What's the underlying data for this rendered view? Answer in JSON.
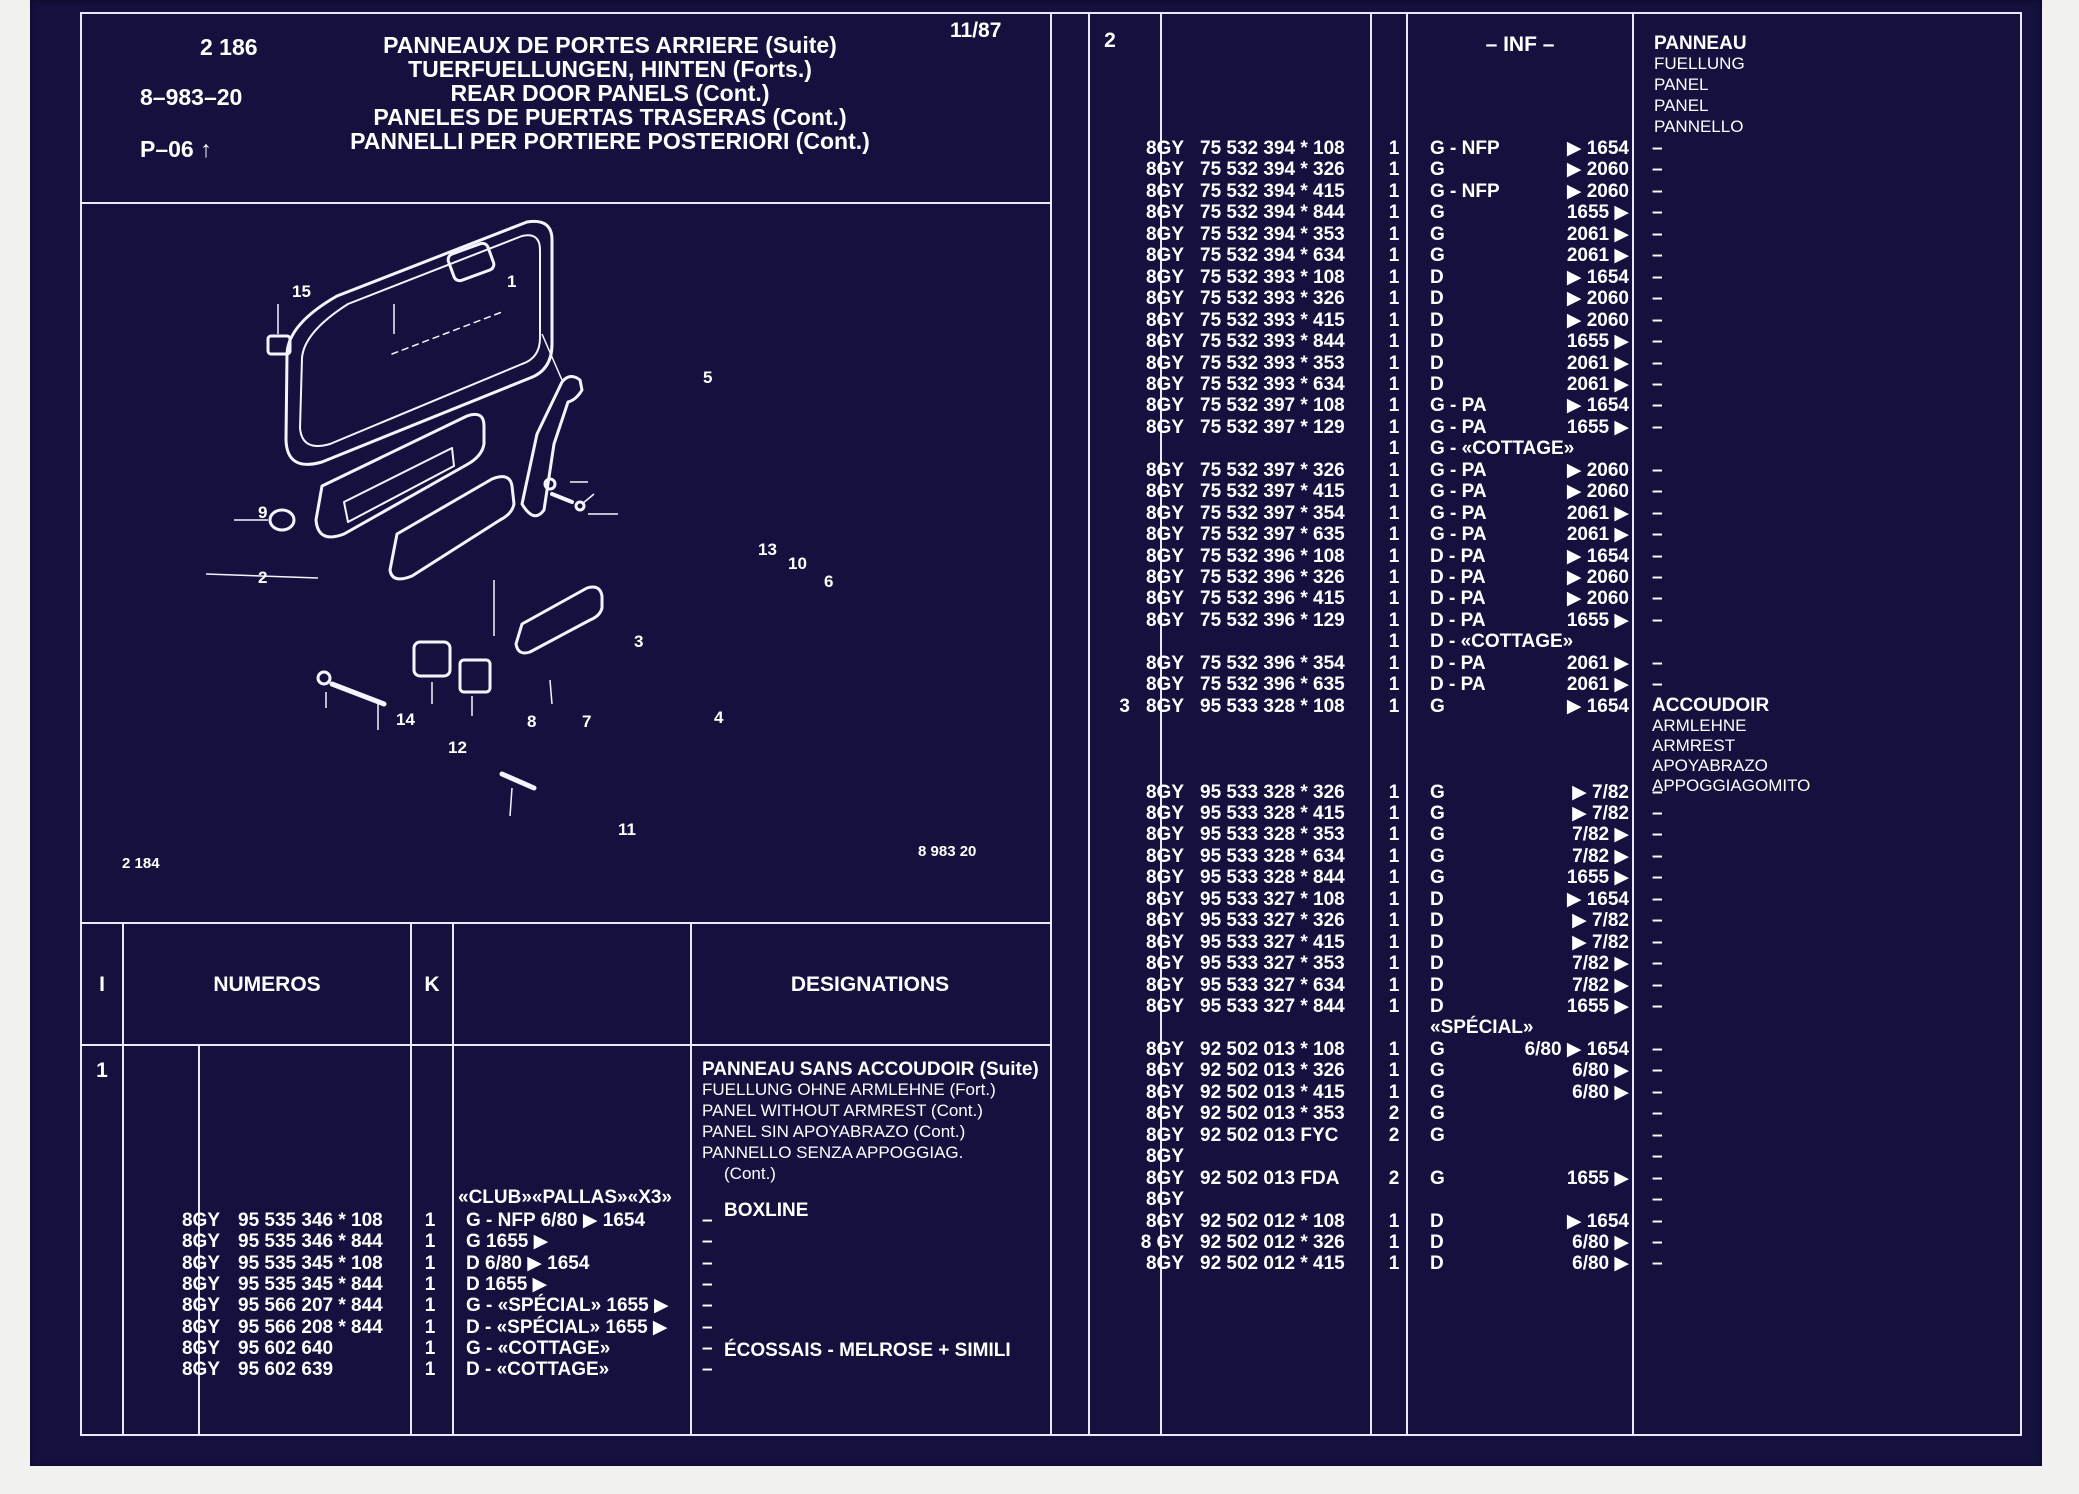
{
  "header": {
    "page_number": "2 186",
    "group_code": "8–983–20",
    "page_ref": "P–06 ↑",
    "date": "11/87",
    "titles": [
      "PANNEAUX DE PORTES ARRIERE (Suite)",
      "TUERFUELLUNGEN, HINTEN (Forts.)",
      "REAR DOOR PANELS (Cont.)",
      "PANELES DE PUERTAS TRASERAS (Cont.)",
      "PANNELLI PER PORTIERE POSTERIORI (Cont.)"
    ]
  },
  "diagram": {
    "figure_id": "2 184",
    "group_code": "8 983 20",
    "callouts": [
      "15",
      "1",
      "5",
      "9",
      "13",
      "10",
      "6",
      "2",
      "3",
      "4",
      "14",
      "12",
      "8",
      "7",
      "11"
    ]
  },
  "lower_table": {
    "headers": {
      "col_i": "I",
      "col_numeros": "NUMEROS",
      "col_k": "K",
      "col_designations": "DESIGNATIONS"
    },
    "ref": "1",
    "designation_block": [
      "PANNEAU SANS ACCOUDOIR (Suite)",
      "FUELLUNG OHNE ARMLEHNE (Fort.)",
      "PANEL WITHOUT ARMREST (Cont.)",
      "PANEL SIN APOYABRAZO (Cont.)",
      "PANNELLO SENZA APPOGGIAG.",
      "(Cont.)"
    ],
    "variant_note": "«CLUB»«PALLAS»«X3»",
    "rows": [
      {
        "model": "8GY",
        "num": "95 535 346 * 108",
        "k": "1",
        "cond": "G  - NFP  6/80  ▶ 1654",
        "dash": "–",
        "des": "BOXLINE"
      },
      {
        "model": "8GY",
        "num": "95 535 346 * 844",
        "k": "1",
        "cond": "G                    1655 ▶",
        "dash": "–",
        "des": ""
      },
      {
        "model": "8GY",
        "num": "95 535 345 * 108",
        "k": "1",
        "cond": "D             6/80  ▶ 1654",
        "dash": "–",
        "des": ""
      },
      {
        "model": "8GY",
        "num": "95 535 345 * 844",
        "k": "1",
        "cond": "D                    1655 ▶",
        "dash": "–",
        "des": ""
      },
      {
        "model": "8GY",
        "num": "95 566 207 * 844",
        "k": "1",
        "cond": "G - «SPÉCIAL»  1655 ▶",
        "dash": "–",
        "des": ""
      },
      {
        "model": "8GY",
        "num": "95 566 208 * 844",
        "k": "1",
        "cond": "D - «SPÉCIAL»  1655 ▶",
        "dash": "–",
        "des": ""
      },
      {
        "model": "8GY",
        "num": "95 602 640",
        "k": "1",
        "cond": "G - «COTTAGE»",
        "dash": "–",
        "des": "ÉCOSSAIS - MELROSE + SIMILI"
      },
      {
        "model": "8GY",
        "num": "95 602 639",
        "k": "1",
        "cond": "D - «COTTAGE»",
        "dash": "–",
        "des": ""
      }
    ]
  },
  "right_table": {
    "ref_top": "2",
    "inf_header": "– INF –",
    "designation_panel": [
      "PANNEAU",
      "FUELLUNG",
      "PANEL",
      "PANEL",
      "PANNELLO"
    ],
    "designation_armrest": [
      "ACCOUDOIR",
      "ARMLEHNE",
      "ARMREST",
      "APOYABRAZO",
      "APPOGGIAGOMITO"
    ],
    "rows": [
      {
        "ref": "",
        "model": "8GY",
        "num": "75 532 394 * 108",
        "k": "1",
        "side": "G - NFP",
        "inf": "▶ 1654",
        "dash": "–"
      },
      {
        "ref": "",
        "model": "8GY",
        "num": "75 532 394 * 326",
        "k": "1",
        "side": "G",
        "inf": "▶ 2060",
        "dash": "–"
      },
      {
        "ref": "",
        "model": "8GY",
        "num": "75 532 394 * 415",
        "k": "1",
        "side": "G - NFP",
        "inf": "▶ 2060",
        "dash": "–"
      },
      {
        "ref": "",
        "model": "8GY",
        "num": "75 532 394 * 844",
        "k": "1",
        "side": "G",
        "inf": "1655 ▶",
        "dash": "–"
      },
      {
        "ref": "",
        "model": "8GY",
        "num": "75 532 394 * 353",
        "k": "1",
        "side": "G",
        "inf": "2061 ▶",
        "dash": "–"
      },
      {
        "ref": "",
        "model": "8GY",
        "num": "75 532 394 * 634",
        "k": "1",
        "side": "G",
        "inf": "2061 ▶",
        "dash": "–"
      },
      {
        "ref": "",
        "model": "8GY",
        "num": "75 532 393 * 108",
        "k": "1",
        "side": "D",
        "inf": "▶ 1654",
        "dash": "–"
      },
      {
        "ref": "",
        "model": "8GY",
        "num": "75 532 393 * 326",
        "k": "1",
        "side": "D",
        "inf": "▶ 2060",
        "dash": "–"
      },
      {
        "ref": "",
        "model": "8GY",
        "num": "75 532 393 * 415",
        "k": "1",
        "side": "D",
        "inf": "▶ 2060",
        "dash": "–"
      },
      {
        "ref": "",
        "model": "8GY",
        "num": "75 532 393 * 844",
        "k": "1",
        "side": "D",
        "inf": "1655 ▶",
        "dash": "–"
      },
      {
        "ref": "",
        "model": "8GY",
        "num": "75 532 393 * 353",
        "k": "1",
        "side": "D",
        "inf": "2061 ▶",
        "dash": "–"
      },
      {
        "ref": "",
        "model": "8GY",
        "num": "75 532 393 * 634",
        "k": "1",
        "side": "D",
        "inf": "2061 ▶",
        "dash": "–"
      },
      {
        "ref": "",
        "model": "8GY",
        "num": "75 532 397 * 108",
        "k": "1",
        "side": "G - PA",
        "inf": "▶ 1654",
        "dash": "–"
      },
      {
        "ref": "",
        "model": "8GY",
        "num": "75 532 397 * 129",
        "k": "1",
        "side": "G - PA",
        "inf": "1655 ▶",
        "dash": "–"
      },
      {
        "ref": "",
        "model": "",
        "num": "",
        "k": "1",
        "side": "G - «COTTAGE»",
        "inf": "",
        "dash": ""
      },
      {
        "ref": "",
        "model": "8GY",
        "num": "75 532 397 * 326",
        "k": "1",
        "side": "G - PA",
        "inf": "▶ 2060",
        "dash": "–"
      },
      {
        "ref": "",
        "model": "8GY",
        "num": "75 532 397 * 415",
        "k": "1",
        "side": "G - PA",
        "inf": "▶ 2060",
        "dash": "–"
      },
      {
        "ref": "",
        "model": "8GY",
        "num": "75 532 397 * 354",
        "k": "1",
        "side": "G - PA",
        "inf": "2061 ▶",
        "dash": "–"
      },
      {
        "ref": "",
        "model": "8GY",
        "num": "75 532 397 * 635",
        "k": "1",
        "side": "G - PA",
        "inf": "2061 ▶",
        "dash": "–"
      },
      {
        "ref": "",
        "model": "8GY",
        "num": "75 532 396 * 108",
        "k": "1",
        "side": "D - PA",
        "inf": "▶ 1654",
        "dash": "–"
      },
      {
        "ref": "",
        "model": "8GY",
        "num": "75 532 396 * 326",
        "k": "1",
        "side": "D - PA",
        "inf": "▶ 2060",
        "dash": "–"
      },
      {
        "ref": "",
        "model": "8GY",
        "num": "75 532 396 * 415",
        "k": "1",
        "side": "D - PA",
        "inf": "▶ 2060",
        "dash": "–"
      },
      {
        "ref": "",
        "model": "8GY",
        "num": "75 532 396 * 129",
        "k": "1",
        "side": "D - PA",
        "inf": "1655 ▶",
        "dash": "–"
      },
      {
        "ref": "",
        "model": "",
        "num": "",
        "k": "1",
        "side": "D - «COTTAGE»",
        "inf": "",
        "dash": ""
      },
      {
        "ref": "",
        "model": "8GY",
        "num": "75 532 396 * 354",
        "k": "1",
        "side": "D - PA",
        "inf": "2061 ▶",
        "dash": "–"
      },
      {
        "ref": "",
        "model": "8GY",
        "num": "75 532 396 * 635",
        "k": "1",
        "side": "D - PA",
        "inf": "2061 ▶",
        "dash": "–"
      },
      {
        "ref": "3",
        "model": "8GY",
        "num": "95 533 328 * 108",
        "k": "1",
        "side": "G",
        "inf": "▶ 1654",
        "dash": ""
      },
      {
        "ref": "",
        "model": "",
        "num": "",
        "k": "",
        "side": "",
        "inf": "",
        "dash": ""
      },
      {
        "ref": "",
        "model": "",
        "num": "",
        "k": "",
        "side": "",
        "inf": "",
        "dash": ""
      },
      {
        "ref": "",
        "model": "",
        "num": "",
        "k": "",
        "side": "",
        "inf": "",
        "dash": ""
      },
      {
        "ref": "",
        "model": "8GY",
        "num": "95 533 328 * 326",
        "k": "1",
        "side": "G",
        "inf": "▶ 7/82",
        "dash": "–"
      },
      {
        "ref": "",
        "model": "8GY",
        "num": "95 533 328 * 415",
        "k": "1",
        "side": "G",
        "inf": "▶ 7/82",
        "dash": "–"
      },
      {
        "ref": "",
        "model": "8GY",
        "num": "95 533 328 * 353",
        "k": "1",
        "side": "G",
        "inf": "7/82 ▶",
        "dash": "–"
      },
      {
        "ref": "",
        "model": "8GY",
        "num": "95 533 328 * 634",
        "k": "1",
        "side": "G",
        "inf": "7/82 ▶",
        "dash": "–"
      },
      {
        "ref": "",
        "model": "8GY",
        "num": "95 533 328 * 844",
        "k": "1",
        "side": "G",
        "inf": "1655 ▶",
        "dash": "–"
      },
      {
        "ref": "",
        "model": "8GY",
        "num": "95 533 327 * 108",
        "k": "1",
        "side": "D",
        "inf": "▶ 1654",
        "dash": "–"
      },
      {
        "ref": "",
        "model": "8GY",
        "num": "95 533 327 * 326",
        "k": "1",
        "side": "D",
        "inf": "▶ 7/82",
        "dash": "–"
      },
      {
        "ref": "",
        "model": "8GY",
        "num": "95 533 327 * 415",
        "k": "1",
        "side": "D",
        "inf": "▶ 7/82",
        "dash": "–"
      },
      {
        "ref": "",
        "model": "8GY",
        "num": "95 533 327 * 353",
        "k": "1",
        "side": "D",
        "inf": "7/82 ▶",
        "dash": "–"
      },
      {
        "ref": "",
        "model": "8GY",
        "num": "95 533 327 * 634",
        "k": "1",
        "side": "D",
        "inf": "7/82 ▶",
        "dash": "–"
      },
      {
        "ref": "",
        "model": "8GY",
        "num": "95 533 327 * 844",
        "k": "1",
        "side": "D",
        "inf": "1655 ▶",
        "dash": "–"
      },
      {
        "ref": "",
        "model": "",
        "num": "",
        "k": "",
        "side": "«SPÉCIAL»",
        "inf": "",
        "dash": ""
      },
      {
        "ref": "",
        "model": "8GY",
        "num": "92 502 013 * 108",
        "k": "1",
        "side": "G",
        "inf": "6/80  ▶ 1654",
        "dash": "–"
      },
      {
        "ref": "",
        "model": "8GY",
        "num": "92 502 013 * 326",
        "k": "1",
        "side": "G",
        "inf": "6/80 ▶",
        "dash": "–"
      },
      {
        "ref": "",
        "model": "8GY",
        "num": "92 502 013 * 415",
        "k": "1",
        "side": "G",
        "inf": "6/80 ▶",
        "dash": "–"
      },
      {
        "ref": "",
        "model": "8GY",
        "num": "92 502 013 * 353",
        "k": "2",
        "side": "G",
        "inf": "",
        "dash": "–"
      },
      {
        "ref": "",
        "model": "8GY",
        "num": "92 502 013 FYC",
        "k": "2",
        "side": "G",
        "inf": "",
        "dash": "–"
      },
      {
        "ref": "",
        "model": "8GY",
        "num": "",
        "k": "",
        "side": "",
        "inf": "",
        "dash": "–"
      },
      {
        "ref": "",
        "model": "8GY",
        "num": "92 502 013 FDA",
        "k": "2",
        "side": "G",
        "inf": "1655 ▶",
        "dash": "–"
      },
      {
        "ref": "",
        "model": "8GY",
        "num": "",
        "k": "",
        "side": "",
        "inf": "",
        "dash": "–"
      },
      {
        "ref": "",
        "model": "8GY",
        "num": "92 502 012 * 108",
        "k": "1",
        "side": "D",
        "inf": "▶ 1654",
        "dash": "–"
      },
      {
        "ref": "",
        "model": "8 GY",
        "num": "92 502 012 * 326",
        "k": "1",
        "side": "D",
        "inf": "6/80 ▶",
        "dash": "–"
      },
      {
        "ref": "",
        "model": "8GY",
        "num": "92 502 012 * 415",
        "k": "1",
        "side": "D",
        "inf": "6/80 ▶",
        "dash": "–"
      }
    ]
  }
}
